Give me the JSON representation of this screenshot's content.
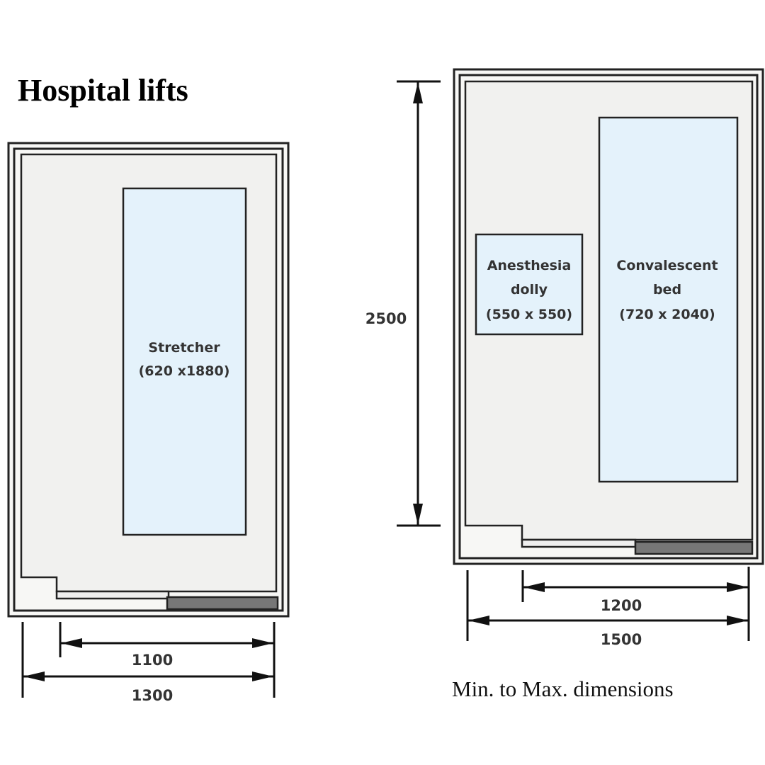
{
  "title": "Hospital lifts",
  "caption": "Min. to Max. dimensions",
  "left_lift": {
    "item": {
      "name": "Stretcher",
      "size": "(620 x1880)"
    },
    "inner_width": "1100",
    "outer_width": "1300"
  },
  "right_lift": {
    "items": [
      {
        "name_line1": "Anesthesia",
        "name_line2": "dolly",
        "size": "(550 x 550)"
      },
      {
        "name_line1": "Convalescent",
        "name_line2": "bed",
        "size": "(720 x 2040)"
      }
    ],
    "depth": "2500",
    "inner_width": "1200",
    "outer_width": "1500"
  }
}
